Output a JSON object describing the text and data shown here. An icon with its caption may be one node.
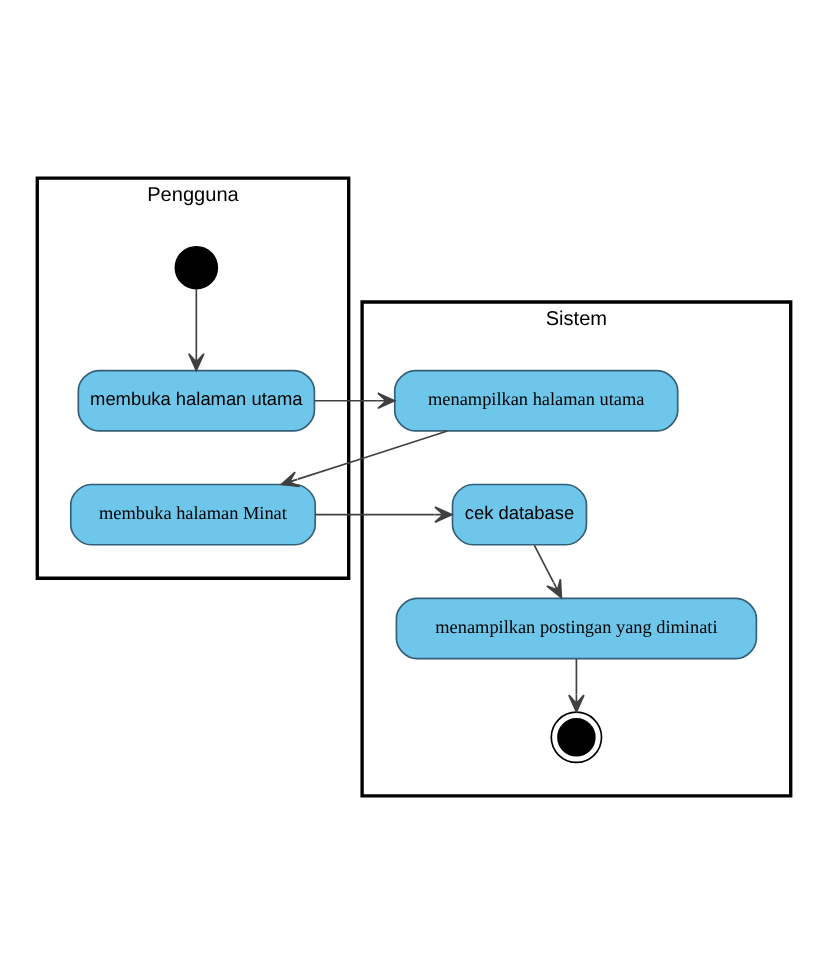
{
  "diagram": {
    "nodes": [
      {
        "text": [
          "Pengguna"
        ]
      },
      {
        "text": [
          "Sistem"
        ]
      },
      {
        "text": [],
        "shape": "circle",
        "in": 0
      },
      {
        "text": [
          "membuka halaman utama"
        ],
        "in": 0
      },
      {
        "text": [
          "menampilkan halaman utama"
        ],
        "in": 1
      },
      {
        "text": [
          "membuka halaman Minat"
        ],
        "in": 0
      },
      {
        "text": [
          "cek database"
        ],
        "in": 1
      },
      {
        "text": [
          "menampilkan postingan yang diminati"
        ],
        "in": 1
      },
      {
        "text": [],
        "shape": "circle",
        "in": 1
      }
    ],
    "edges": [
      {
        "from": 2,
        "to": 3,
        "arrow": "to"
      },
      {
        "from": 3,
        "to": 4,
        "arrow": "to"
      },
      {
        "from": 4,
        "to": 5,
        "arrow": "to"
      },
      {
        "from": 5,
        "to": 6,
        "arrow": "to"
      },
      {
        "from": 6,
        "to": 7,
        "arrow": "to"
      },
      {
        "from": 7,
        "to": 8,
        "arrow": "to"
      }
    ]
  }
}
